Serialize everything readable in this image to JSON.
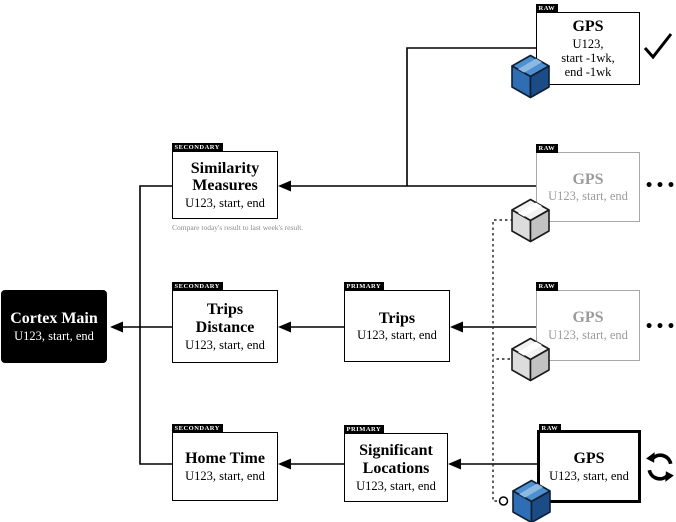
{
  "figure": {
    "caption": "Compare today's result to last week's result.",
    "tags": {
      "raw": "RAW",
      "primary": "PRIMARY",
      "secondary": "SECONDARY"
    },
    "nodes": {
      "cortex_main": {
        "title": "Cortex Main",
        "subtitle": "U123, start, end"
      },
      "similarity_measures": {
        "tag": "SECONDARY",
        "title": "Similarity\nMeasures",
        "subtitle": "U123, start, end"
      },
      "trips_distance": {
        "tag": "SECONDARY",
        "title": "Trips\nDistance",
        "subtitle": "U123, start, end"
      },
      "home_time": {
        "tag": "SECONDARY",
        "title": "Home Time",
        "subtitle": "U123, start, end"
      },
      "trips": {
        "tag": "PRIMARY",
        "title": "Trips",
        "subtitle": "U123, start, end"
      },
      "significant_locations": {
        "tag": "PRIMARY",
        "title": "Significant\nLocations",
        "subtitle": "U123, start, end"
      },
      "gps_prev_week": {
        "tag": "RAW",
        "title": "GPS",
        "subtitle": "U123,\nstart -1wk,\nend -1wk",
        "status": "check"
      },
      "gps_history_1": {
        "tag": "RAW",
        "title": "GPS",
        "subtitle": "U123, start, end",
        "status": "ellipsis"
      },
      "gps_history_2": {
        "tag": "RAW",
        "title": "GPS",
        "subtitle": "U123, start, end",
        "status": "ellipsis"
      },
      "gps_current": {
        "tag": "RAW",
        "title": "GPS",
        "subtitle": "U123, start, end",
        "status": "refresh"
      }
    },
    "icons": {
      "check": "✓",
      "ellipsis": "•••",
      "refresh": "circular-arrows",
      "data_cube": "3d-package-cube"
    },
    "colors": {
      "accent_blue": "#2f6db4",
      "accent_blue_dark": "#1c4c86",
      "accent_blue_light": "#4e8fd0",
      "muted_gray": "#9b9b9b",
      "black": "#000000"
    }
  }
}
